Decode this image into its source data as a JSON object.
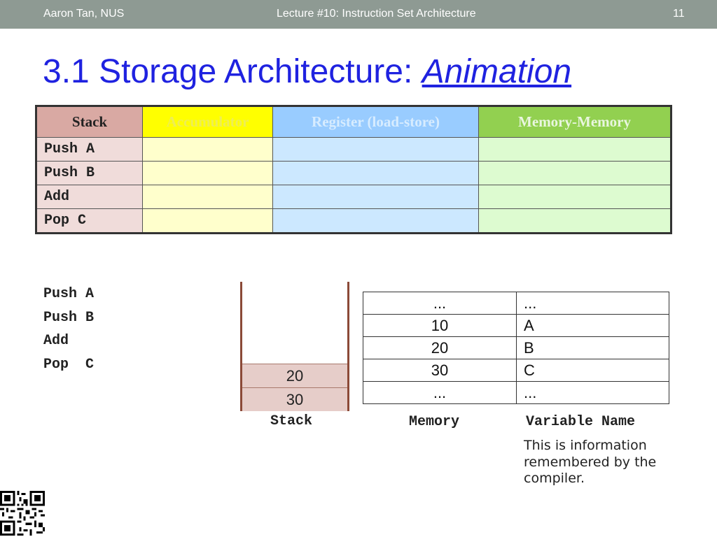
{
  "header": {
    "author": "Aaron Tan, NUS",
    "lecture": "Lecture #10: Instruction Set Architecture",
    "page_number": "11"
  },
  "slide": {
    "title_main": "3.1 Storage Architecture: ",
    "title_link": "Animation"
  },
  "comparison_table": {
    "headers": [
      "Stack",
      "Accumulator",
      "Register (load-store)",
      "Memory-Memory"
    ],
    "header_colors": [
      "#d9a9a3",
      "#ffff00",
      "#99ccff",
      "#92d050"
    ],
    "rows": [
      [
        "Push A",
        "",
        "",
        ""
      ],
      [
        "Push B",
        "",
        "",
        ""
      ],
      [
        "Add",
        "",
        "",
        ""
      ],
      [
        "Pop C",
        "",
        "",
        ""
      ]
    ]
  },
  "code": {
    "lines": [
      "Push A",
      "Push B",
      "Add",
      "Pop  C"
    ]
  },
  "stack": {
    "cells": [
      "20",
      "30"
    ],
    "caption": "Stack"
  },
  "memory": {
    "rows": [
      {
        "value": "...",
        "name": "..."
      },
      {
        "value": "10",
        "name": "A"
      },
      {
        "value": "20",
        "name": "B"
      },
      {
        "value": "30",
        "name": "C"
      },
      {
        "value": "...",
        "name": "..."
      }
    ],
    "value_caption": "Memory",
    "name_caption": "Variable Name"
  },
  "note": "This is information remembered by the compiler.",
  "qr_icon": "qr-code-icon"
}
